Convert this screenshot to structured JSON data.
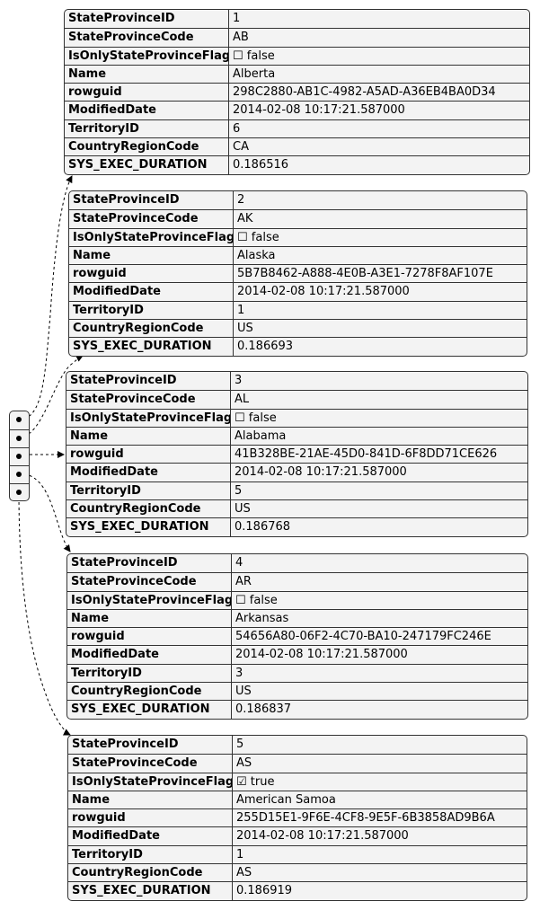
{
  "list": {
    "count": 5
  },
  "records": [
    {
      "fields": [
        {
          "key": "StateProvinceID",
          "value": "1"
        },
        {
          "key": "StateProvinceCode",
          "value": "AB"
        },
        {
          "key": "IsOnlyStateProvinceFlag",
          "value": "☐ false"
        },
        {
          "key": "Name",
          "value": "Alberta"
        },
        {
          "key": "rowguid",
          "value": "298C2880-AB1C-4982-A5AD-A36EB4BA0D34"
        },
        {
          "key": "ModifiedDate",
          "value": "2014-02-08 10:17:21.587000"
        },
        {
          "key": "TerritoryID",
          "value": "6"
        },
        {
          "key": "CountryRegionCode",
          "value": "CA"
        },
        {
          "key": "SYS_EXEC_DURATION",
          "value": "0.186516"
        }
      ]
    },
    {
      "fields": [
        {
          "key": "StateProvinceID",
          "value": "2"
        },
        {
          "key": "StateProvinceCode",
          "value": "AK"
        },
        {
          "key": "IsOnlyStateProvinceFlag",
          "value": "☐ false"
        },
        {
          "key": "Name",
          "value": "Alaska"
        },
        {
          "key": "rowguid",
          "value": "5B7B8462-A888-4E0B-A3E1-7278F8AF107E"
        },
        {
          "key": "ModifiedDate",
          "value": "2014-02-08 10:17:21.587000"
        },
        {
          "key": "TerritoryID",
          "value": "1"
        },
        {
          "key": "CountryRegionCode",
          "value": "US"
        },
        {
          "key": "SYS_EXEC_DURATION",
          "value": "0.186693"
        }
      ]
    },
    {
      "fields": [
        {
          "key": "StateProvinceID",
          "value": "3"
        },
        {
          "key": "StateProvinceCode",
          "value": "AL"
        },
        {
          "key": "IsOnlyStateProvinceFlag",
          "value": "☐ false"
        },
        {
          "key": "Name",
          "value": "Alabama"
        },
        {
          "key": "rowguid",
          "value": "41B328BE-21AE-45D0-841D-6F8DD71CE626"
        },
        {
          "key": "ModifiedDate",
          "value": "2014-02-08 10:17:21.587000"
        },
        {
          "key": "TerritoryID",
          "value": "5"
        },
        {
          "key": "CountryRegionCode",
          "value": "US"
        },
        {
          "key": "SYS_EXEC_DURATION",
          "value": "0.186768"
        }
      ]
    },
    {
      "fields": [
        {
          "key": "StateProvinceID",
          "value": "4"
        },
        {
          "key": "StateProvinceCode",
          "value": "AR"
        },
        {
          "key": "IsOnlyStateProvinceFlag",
          "value": "☐ false"
        },
        {
          "key": "Name",
          "value": "Arkansas"
        },
        {
          "key": "rowguid",
          "value": "54656A80-06F2-4C70-BA10-247179FC246E"
        },
        {
          "key": "ModifiedDate",
          "value": "2014-02-08 10:17:21.587000"
        },
        {
          "key": "TerritoryID",
          "value": "3"
        },
        {
          "key": "CountryRegionCode",
          "value": "US"
        },
        {
          "key": "SYS_EXEC_DURATION",
          "value": "0.186837"
        }
      ]
    },
    {
      "fields": [
        {
          "key": "StateProvinceID",
          "value": "5"
        },
        {
          "key": "StateProvinceCode",
          "value": "AS"
        },
        {
          "key": "IsOnlyStateProvinceFlag",
          "value": "☑ true"
        },
        {
          "key": "Name",
          "value": "American Samoa"
        },
        {
          "key": "rowguid",
          "value": "255D15E1-9F6E-4CF8-9E5F-6B3858AD9B6A"
        },
        {
          "key": "ModifiedDate",
          "value": "2014-02-08 10:17:21.587000"
        },
        {
          "key": "TerritoryID",
          "value": "1"
        },
        {
          "key": "CountryRegionCode",
          "value": "AS"
        },
        {
          "key": "SYS_EXEC_DURATION",
          "value": "0.186919"
        }
      ]
    }
  ]
}
